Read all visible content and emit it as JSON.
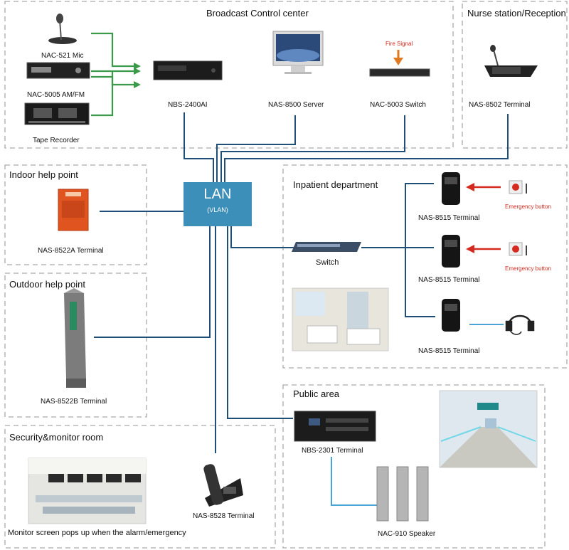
{
  "sections": {
    "broadcast": "Broadcast Control center",
    "nurse": "Nurse station/Reception",
    "indoor": "Indoor help point",
    "outdoor": "Outdoor help point",
    "inpatient": "Inpatient department",
    "public": "Public area",
    "security": "Security&monitor room"
  },
  "devices": {
    "mic": "NAC-521 Mic",
    "amfm": "NAC-5005 AM/FM",
    "tape": "Tape Recorder",
    "nbs2400": "NBS-2400AI",
    "server": "NAS-8500  Server",
    "switch5003": "NAC-5003 Switch",
    "fire": "Fire Signal",
    "nas8502": "NAS-8502  Terminal",
    "nas8522a": "NAS-8522A  Terminal",
    "nas8522b": "NAS-8522B  Terminal",
    "term1": "NAS-8515  Terminal",
    "term2": "NAS-8515  Terminal",
    "term3": "NAS-8515  Terminal",
    "emerg1": "Emergency button",
    "emerg2": "Emergency button",
    "switch": "Switch",
    "nbs2301": "NBS-2301  Terminal",
    "speaker": "NAC-910 Speaker",
    "nas8528": "NAS-8528  Terminal",
    "monitor_note": "Monitor screen pops up when the alarm/emergency"
  },
  "lan": {
    "title": "LAN",
    "sub": "(VLAN)"
  },
  "colors": {
    "line": "#1f4e79",
    "green": "#3a9a4a",
    "red": "#d42a1f",
    "lan": "#3b8fb8",
    "dash": "#aaaaaa",
    "cable": "#4aa3d6"
  }
}
